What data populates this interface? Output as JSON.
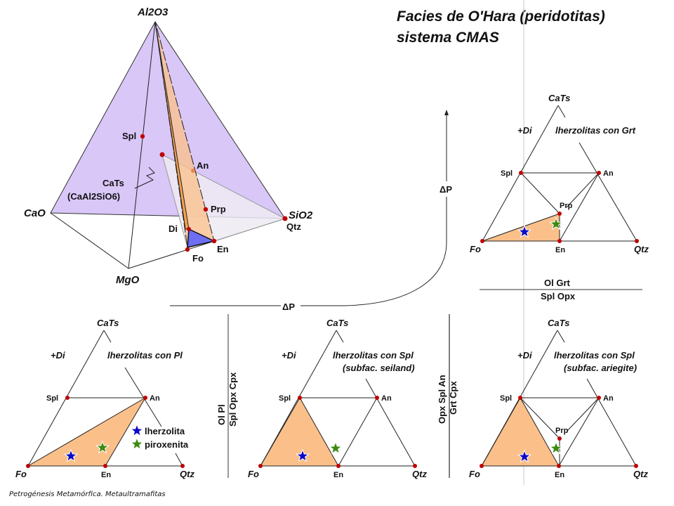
{
  "title": {
    "line1": "Facies de O'Hara (peridotitas)",
    "line2": "sistema CMAS"
  },
  "tetrahedron": {
    "vertices": {
      "al2o3": "Al2O3",
      "cao": "CaO",
      "mgo": "MgO",
      "sio2": "SiO2"
    },
    "phases": {
      "spl": "Spl",
      "cats": "CaTs",
      "cats_formula": "(CaAl2SiO6)",
      "an": "An",
      "prp": "Prp",
      "di": "Di",
      "fo": "Fo",
      "en": "En",
      "qtz": "Qtz"
    }
  },
  "pressure_label": "ΔP",
  "triangle_labels": {
    "apex": "CaTs",
    "di": "+Di",
    "spl": "Spl",
    "an": "An",
    "prp": "Prp",
    "fo": "Fo",
    "en": "En",
    "qtz": "Qtz"
  },
  "diagrams": [
    {
      "heading": "lherzolitas con Pl",
      "subheading": ""
    },
    {
      "heading": "lherzolitas con Spl",
      "subheading": "(subfac. seiland)"
    },
    {
      "heading": "lherzolitas con Spl",
      "subheading": "(subfac. ariegite)"
    },
    {
      "heading": "lherzolitas con Grt",
      "subheading": ""
    }
  ],
  "legend": {
    "lherzolita": "lherzolita",
    "piroxenita": "piroxenita"
  },
  "reactions": [
    {
      "top": "Ol Pl",
      "bottom": "Spl Opx Cpx"
    },
    {
      "top": "Opx Spl An",
      "bottom": "Grt Cpx"
    },
    {
      "top": "Ol Grt",
      "bottom": "Spl Opx"
    }
  ],
  "footer": "Petrogénesis  Metamórfica.  Metaultramafitas",
  "colors": {
    "purple": "#d9c7f8",
    "orange": "#fbc08a",
    "blue_face": "#6e6ef2",
    "dot": "#c00000",
    "star_blue": "#0a0ac8",
    "star_green": "#3d8a10"
  }
}
